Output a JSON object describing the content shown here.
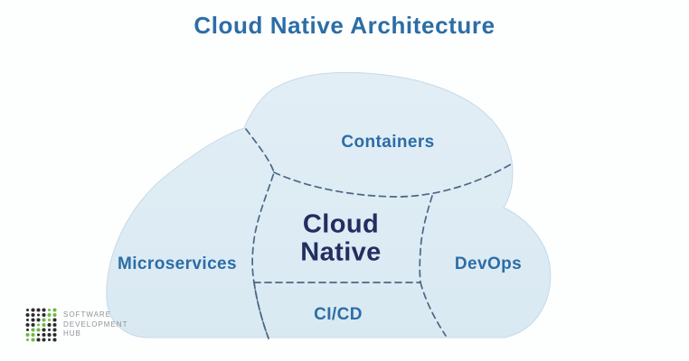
{
  "title": "Cloud Native Architecture",
  "cloud": {
    "center": {
      "line1": "Cloud",
      "line2": "Native"
    },
    "regions": {
      "containers": "Containers",
      "microservices": "Microservices",
      "devops": "DevOps",
      "cicd": "CI/CD"
    }
  },
  "logo": {
    "lines": [
      "SOFTWARE",
      "DEVELOPMENT",
      "HUB"
    ]
  },
  "colors": {
    "background": "#fdfefe",
    "heading_blue": "#2c6da6",
    "center_navy": "#232d60",
    "cloud_fill": "#dcebf3",
    "cloud_edge": "#c6d9e7",
    "dash_stroke": "#4a6785",
    "logo_green": "#6db945",
    "logo_dark": "#2d2d2d",
    "logo_text_gray": "#8e9296"
  }
}
